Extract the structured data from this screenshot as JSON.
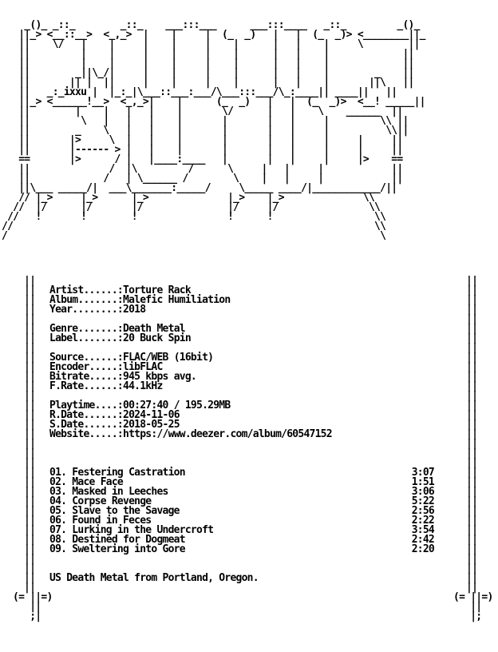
{
  "header_art": "    _()_ _::_        _::_    ___:::___      ___:::____   _::_         _()_\n   ||_> <__::__>  <_,_>  |    |     |  (_  _)   |   |  (_  _)> <________||_\n   ||    \\/   |    |     |    |     |    |      |   |    |     \\        ||\n   ||         |    |     |    |     |    |      |   |    |             ||\n   ||         |    |     |    |     |    |      |   |    |             ||\n   ||        _||\\_/|     |    |     |    |      |   |    |        _    ||\n   ||       || |  ||     |    |     |    |      |   |    |       ||\\   ||\n   ||   _:_ixxu |  |_:_|\\___::___:___/\\___:::___/\\_:____|| ____||   ||\n   ||_> <______!__>  <_,_>|    |      (_  _)   |   |  (_  _)>  <__! _____||\n   ||        |    |   |   |    |       \\/      |   |    \\    ______  ||\n   ||         \\   |   |   |    |       |       |   |     |         \\\\ ||\n   ||        _    \\   |   |    |       |       |   |     |          \\\\||\n   ||       |>     \\  |   |    |       |       |   |     |     |     ||\n   ||       |------ > |   |    |       |       |   |     |     |     ||\n   ==       |>      / |   |____:____   |       |   |     |     |>    ==\n   ||              /  |\\         /      \\     |   |     |            ||\n   ||             /   | \\______ /        \\    |   |     |            ||\n   ||\\___ _____/|  ___\\_______:_____/     \\_____ ____/|____________/||\n   // |_>     |_>      |_>              |_>    |_>              \\\\\n  //  |/      |/       |/               |/     |/                \\\\\n //   !       !        !                !      !                  \\\\\n//                                                                \\\\\n/                                                                  \\",
  "rails": {
    "left": "||\n||\n||\n||\n||\n||\n||\n||\n||\n||\n||\n||\n||\n||\n||\n||\n||\n||\n||\n||\n||\n||\n||\n||\n||\n||\n||\n||\n||\n||\n||\n||\n||",
    "right": "||\n||\n||\n||\n||\n||\n||\n||\n||\n||\n||\n||\n||\n||\n||\n||\n||\n||\n||\n||\n||\n||\n||\n||\n||\n||\n||\n||\n||\n||\n||\n||\n||"
  },
  "footer": {
    "left": "(= ||=)\n   ||\n   ;|",
    "right": "(= ||=)\n   ||\n   |;"
  },
  "info": {
    "artist": {
      "label": "Artist......:",
      "value": "Torture Rack"
    },
    "album": {
      "label": "Album.......:",
      "value": "Malefic Humiliation"
    },
    "year": {
      "label": "Year........:",
      "value": "2018"
    },
    "genre": {
      "label": "Genre.......:",
      "value": "Death Metal"
    },
    "record_label": {
      "label": "Label.......:",
      "value": "20 Buck Spin"
    },
    "source": {
      "label": "Source......:",
      "value": "FLAC/WEB (16bit)"
    },
    "encoder": {
      "label": "Encoder.....:",
      "value": "libFLAC"
    },
    "bitrate": {
      "label": "Bitrate.....:",
      "value": "945 kbps avg."
    },
    "frate": {
      "label": "F.Rate......:",
      "value": "44.1kHz"
    },
    "playtime": {
      "label": "Playtime....:",
      "value": "00:27:40 / 195.29MB"
    },
    "rdate": {
      "label": "R.Date......:",
      "value": "2024-11-06"
    },
    "sdate": {
      "label": "S.Date......:",
      "value": "2018-05-25"
    },
    "website": {
      "label": "Website.....:",
      "value": "https://www.deezer.com/album/60547152"
    }
  },
  "tracks": [
    {
      "title": "01. Festering Castration",
      "duration": "3:07"
    },
    {
      "title": "02. Mace Face",
      "duration": "1:51"
    },
    {
      "title": "03. Masked in Leeches",
      "duration": "3:06"
    },
    {
      "title": "04. Corpse Revenge",
      "duration": "5:22"
    },
    {
      "title": "05. Slave to the Savage",
      "duration": "2:56"
    },
    {
      "title": "06. Found in Feces",
      "duration": "2:22"
    },
    {
      "title": "07. Lurking in the Undercroft",
      "duration": "3:54"
    },
    {
      "title": "08. Destined for Dogmeat",
      "duration": "2:42"
    },
    {
      "title": "09. Sweltering into Gore",
      "duration": "2:20"
    }
  ],
  "description": "US Death Metal from Portland, Oregon."
}
